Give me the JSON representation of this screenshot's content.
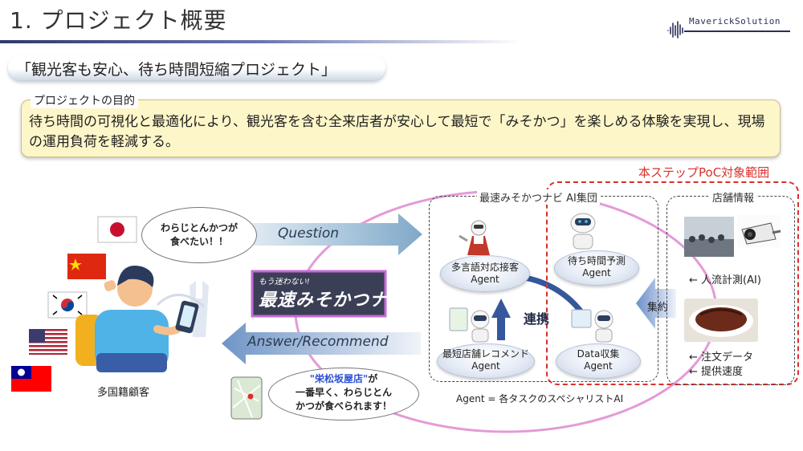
{
  "header": {
    "title": "1. プロジェクト概要",
    "brand": "MaverickSolution"
  },
  "subtitle": "「観光客も安心、待ち時間短縮プロジェクト」",
  "purpose": {
    "tag": "プロジェクトの目的",
    "text": "待ち時間の可視化と最適化により、観光客を含む全来店者が安心して最短で「みそかつ」を楽しめる体験を実現し、現場の運用負荷を軽減する。"
  },
  "poc_label": "本ステップPoC対象範囲",
  "customer": {
    "speech_line1": "わらじとんかつが",
    "speech_line2": "食べたい！！",
    "label": "多国籍顧客"
  },
  "flows": {
    "question": "Question",
    "answer": "Answer/Recommend"
  },
  "logo_text": "最速みそかつナビ",
  "logo_sub": "もう迷わない!",
  "reply": {
    "store_name": "\"栄松坂屋店\"",
    "suffix": "が",
    "line2": "一番早く、わらじとん",
    "line3": "かつが食べられます！"
  },
  "agents": {
    "title": "最速みそかつナビ AI集団",
    "nodes": [
      {
        "line1": "多言語対応接客",
        "line2": "Agent"
      },
      {
        "line1": "待ち時間予測",
        "line2": "Agent"
      },
      {
        "line1": "最短店舗レコメンド",
        "line2": "Agent"
      },
      {
        "line1": "Data収集",
        "line2": "Agent"
      }
    ],
    "link_label": "連携",
    "footnote": "Agent = 各タスクのスペシャリストAI"
  },
  "store_info": {
    "title": "店舗情報",
    "aggregate": "集約",
    "note1": "← 人流計測(AI)",
    "note2": "← 注文データ",
    "note3": "← 提供速度"
  },
  "colors": {
    "accent_red": "#d9302b",
    "note_yellow": "#fdf6c9",
    "flow_blue": "#7fa9c9",
    "ring_pink": "#e49ad6"
  }
}
